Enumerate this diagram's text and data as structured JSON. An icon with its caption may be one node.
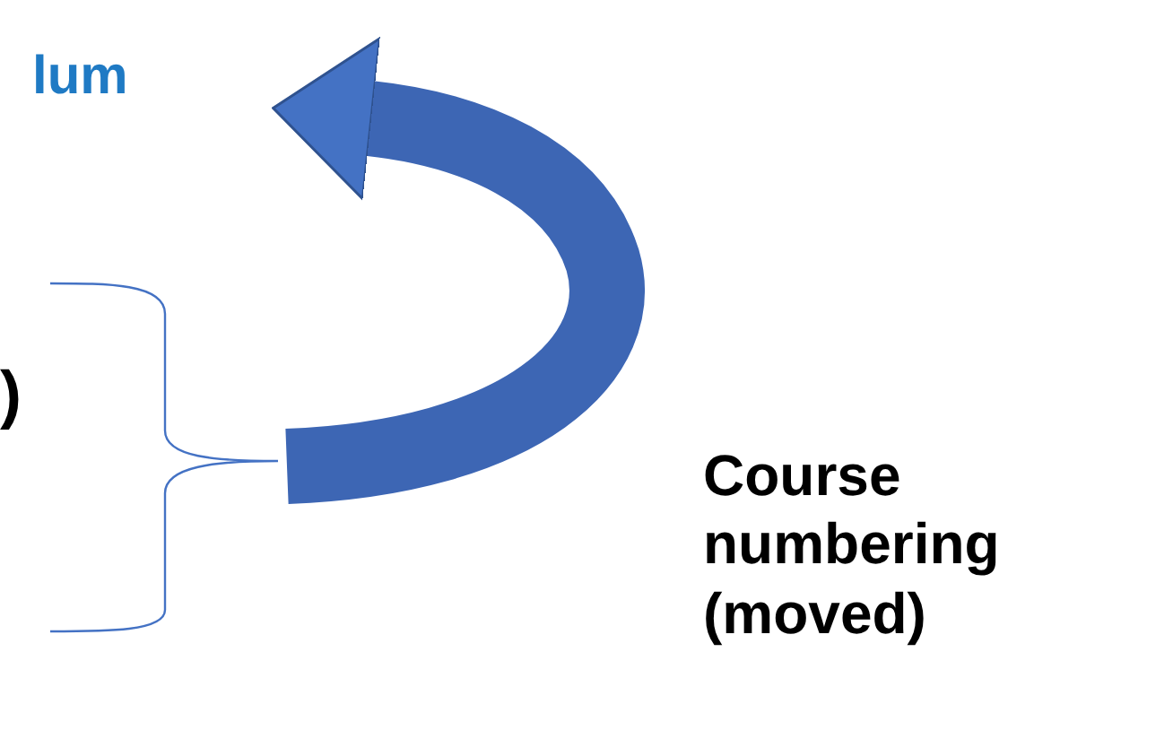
{
  "diagram": {
    "nodes": [
      {
        "text": [
          "lum"
        ]
      },
      {
        "text": [
          ")"
        ]
      }
    ],
    "edges": [
      {
        "from": 1,
        "to": 0,
        "arrow": "to"
      }
    ],
    "labels": [
      "Course numbering (moved)"
    ]
  }
}
